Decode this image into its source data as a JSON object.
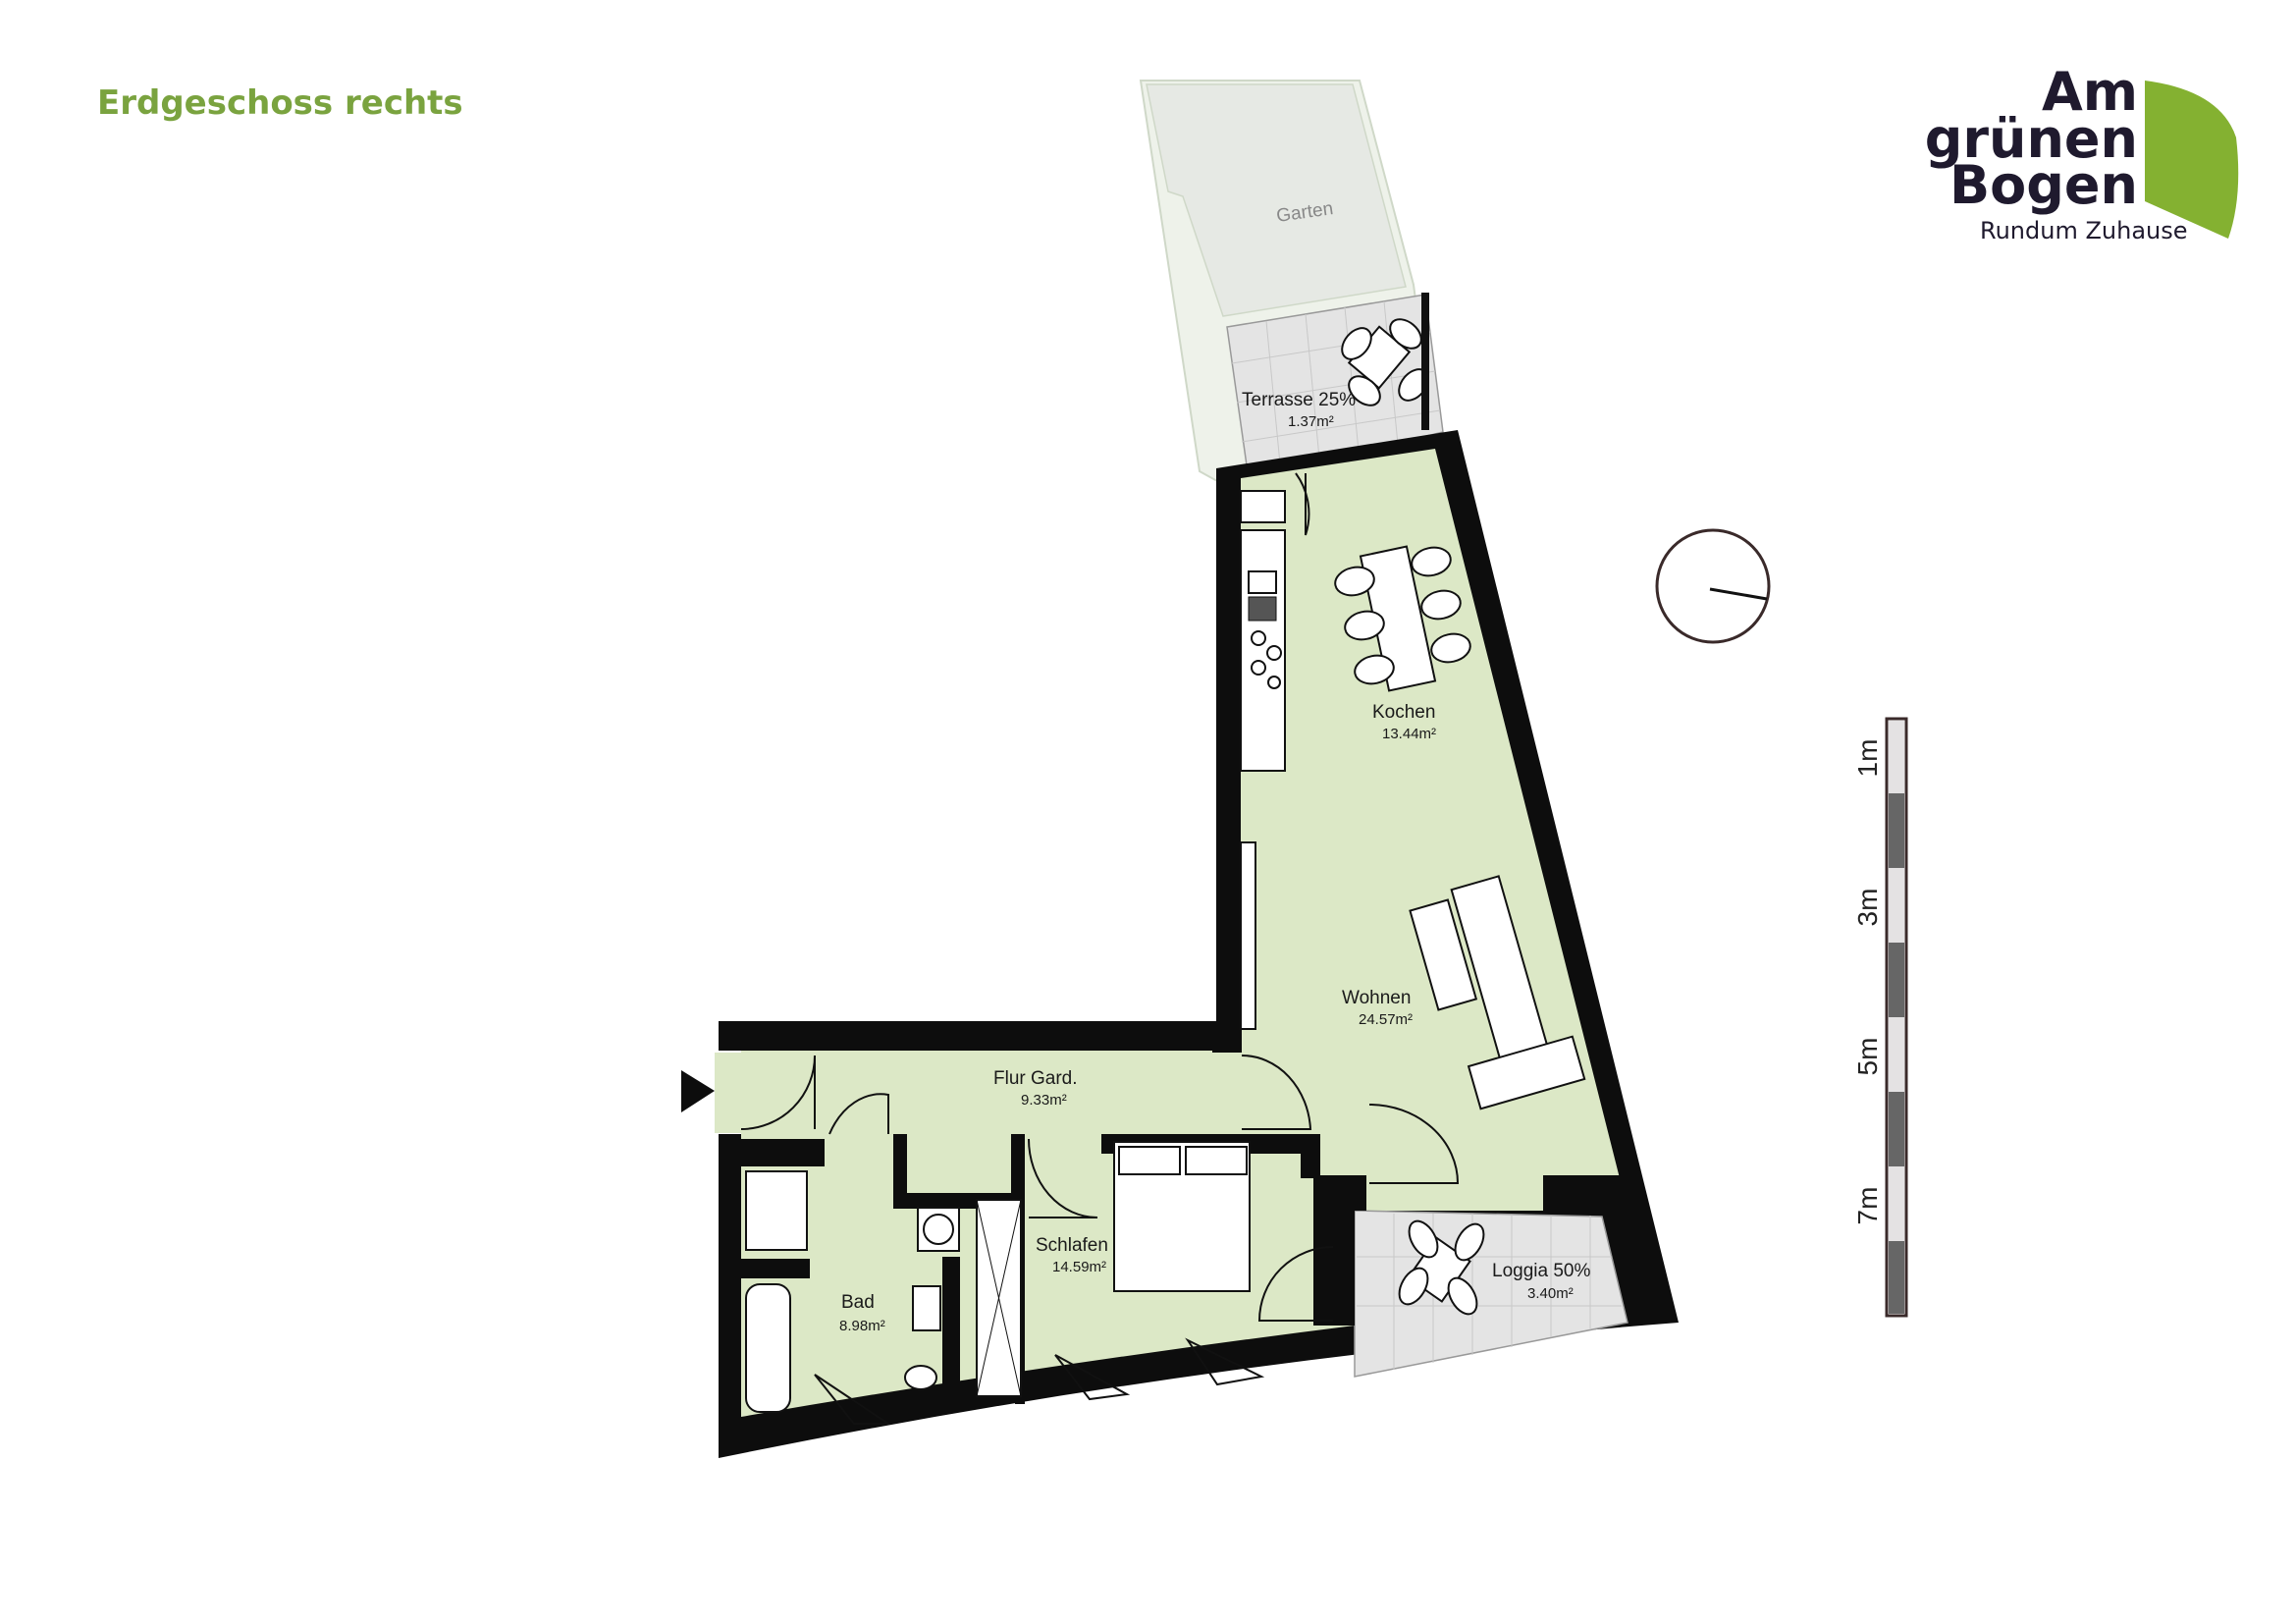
{
  "header": {
    "title": "Erdgeschoss rechts"
  },
  "logo": {
    "line1": "Am",
    "line2": "grünen",
    "line3": "Bogen",
    "tagline": "Rundum Zuhause"
  },
  "garden_label": "Garten",
  "rooms": [
    {
      "name": "Terrasse 25%",
      "area": "1.37m²"
    },
    {
      "name": "Kochen",
      "area": "13.44m²"
    },
    {
      "name": "Wohnen",
      "area": "24.57m²"
    },
    {
      "name": "Flur Gard.",
      "area": "9.33m²"
    },
    {
      "name": "Schlafen",
      "area": "14.59m²"
    },
    {
      "name": "Bad",
      "area": "8.98m²"
    },
    {
      "name": "Loggia 50%",
      "area": "3.40m²"
    }
  ],
  "scale_bar": {
    "labels": [
      "1m",
      "3m",
      "5m",
      "7m"
    ]
  },
  "icons": {
    "compass": "north-arrow-icon",
    "entrance": "entrance-arrow-icon"
  },
  "colors": {
    "title": "#7aa33f",
    "floor": "#dce8c6",
    "wall": "#0d0d0d",
    "outdoor": "#e4e4e4",
    "logo_green": "#84b131",
    "logo_text": "#1f1a2e"
  }
}
